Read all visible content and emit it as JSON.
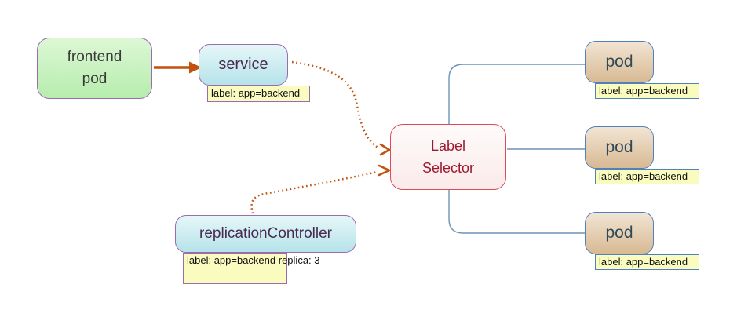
{
  "diagram": {
    "nodes": {
      "frontend_pod": {
        "line1": "frontend",
        "line2": "pod"
      },
      "service": {
        "label": "service",
        "tag": "label: app=backend"
      },
      "replication_controller": {
        "label": "replicationController",
        "tag_line1": "label: app=backend",
        "tag_line2": "replica: 3"
      },
      "label_selector": {
        "line1": "Label",
        "line2": "Selector"
      },
      "pods": [
        {
          "label": "pod",
          "tag": "label: app=backend"
        },
        {
          "label": "pod",
          "tag": "label: app=backend"
        },
        {
          "label": "pod",
          "tag": "label: app=backend"
        }
      ]
    },
    "colors": {
      "green_fill_top": "#ddf7d5",
      "green_fill_bottom": "#b6edad",
      "cyan_fill_top": "#e6f7f8",
      "cyan_fill_bottom": "#b5e3e9",
      "tan_fill_top": "#f2e5d4",
      "tan_fill_bottom": "#d8b992",
      "pink_fill_top": "#fefbfb",
      "pink_fill_bottom": "#fbeaea",
      "yellow_fill": "#fafbbe",
      "purple_border": "#9a6cae",
      "red_border": "#e0485a",
      "blue_border": "#4f81bd",
      "blue_line": "#6b94b8",
      "orange": "#c2510f",
      "dark_gray_text": "#3a3a3a",
      "dark_purple_text": "#4a2a52",
      "dark_red_text": "#9b1b2e",
      "pod_text": "#2e4a5a"
    }
  }
}
